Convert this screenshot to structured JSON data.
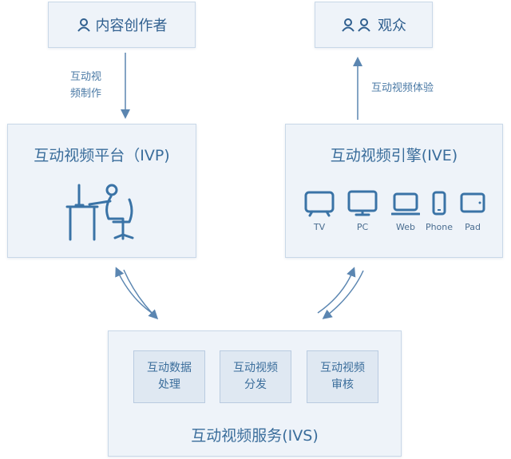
{
  "creator": {
    "label": "内容创作者",
    "icon": "person-icon"
  },
  "audience": {
    "label": "观众",
    "icon": "people-icon"
  },
  "edges": {
    "creator_to_ivp": [
      "互动视",
      "频制作"
    ],
    "ive_to_audience": "互动视频体验"
  },
  "ivp": {
    "title": "互动视频平台（IVP)",
    "illustration": "person-at-computer-icon"
  },
  "ive": {
    "title": "互动视频引擎(IVE)",
    "devices": [
      {
        "label": "TV",
        "icon": "tv-icon"
      },
      {
        "label": "PC",
        "icon": "monitor-icon"
      },
      {
        "label": "Web",
        "icon": "laptop-icon"
      },
      {
        "label": "Phone",
        "icon": "phone-icon"
      },
      {
        "label": "Pad",
        "icon": "tablet-icon"
      }
    ]
  },
  "ivs": {
    "title": "互动视频服务(IVS)",
    "services": [
      [
        "互动数据",
        "处理"
      ],
      [
        "互动视频",
        "分发"
      ],
      [
        "互动视频",
        "审核"
      ]
    ]
  },
  "colors": {
    "primary": "#3a6d9b",
    "box_bg": "#eef3f9",
    "box_border": "#c9d8e8",
    "service_bg": "#dfe8f2",
    "arrow": "#5b86b1"
  }
}
